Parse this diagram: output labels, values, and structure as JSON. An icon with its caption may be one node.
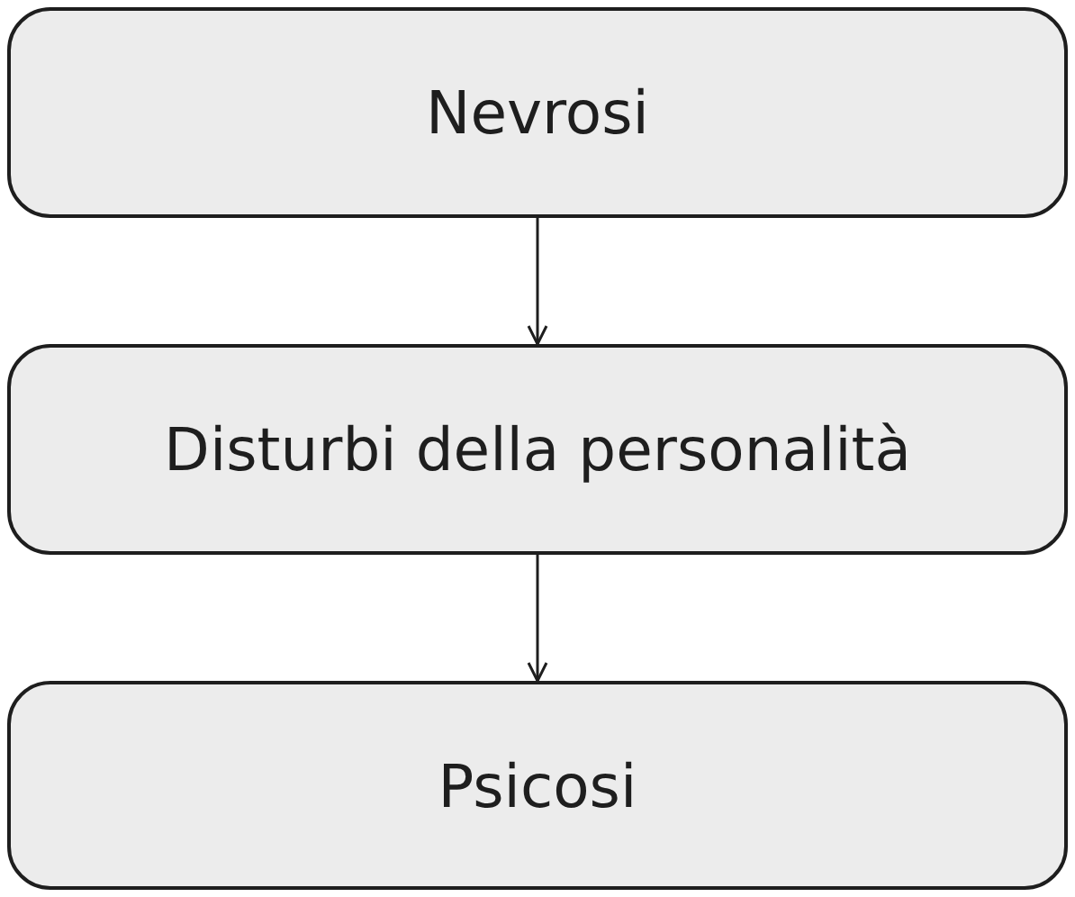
{
  "diagram": {
    "nodes": [
      {
        "text": [
          "Nevrosi"
        ]
      },
      {
        "text": [
          "Disturbi della personalità"
        ]
      },
      {
        "text": [
          "Psicosi"
        ]
      }
    ],
    "edges": [
      {
        "from": 0,
        "to": 1,
        "arrow": "to"
      },
      {
        "from": 1,
        "to": 2,
        "arrow": "to"
      }
    ]
  }
}
